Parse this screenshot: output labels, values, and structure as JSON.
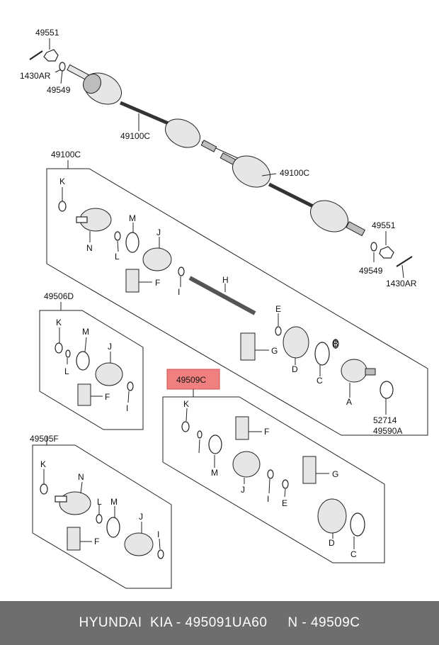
{
  "labels": {
    "top_nut_49551": "49551",
    "top_pin_1430AR": "1430AR",
    "top_washer_49549": "49549",
    "shaft_49100C_top": "49100C",
    "shaft_49100C_right": "49100C",
    "right_nut_49551": "49551",
    "right_washer_49549": "49549",
    "right_pin_1430AR": "1430AR",
    "kit_49100C": "49100C",
    "K1": "K",
    "N1": "N",
    "L1": "L",
    "M1": "M",
    "J1": "J",
    "F1": "F",
    "I1": "I",
    "H1": "H",
    "E1": "E",
    "G1": "G",
    "D1": "D",
    "C1": "C",
    "B1": "B",
    "A1": "A",
    "code_52714": "52714",
    "code_49590A": "49590A",
    "kit_49506D": "49506D",
    "K2": "K",
    "M2": "M",
    "L2": "L",
    "J2": "J",
    "F2": "F",
    "I2": "I",
    "kit_49509C": "49509C",
    "K3": "K",
    "F3": "F",
    "M3": "M",
    "J3": "J",
    "I3": "I",
    "E3": "E",
    "G3": "G",
    "D3": "D",
    "C3": "C",
    "kit_49505F": "49505F",
    "K4": "K",
    "N4": "N",
    "L4": "L",
    "M4": "M",
    "J4": "J",
    "F4": "F",
    "I4": "I"
  },
  "footer": {
    "text": "HYUNDAI  KIA - 495091UA60     N - 49509C"
  },
  "colors": {
    "highlight": "#f08080",
    "footer_bg": "#6e6e6e"
  }
}
